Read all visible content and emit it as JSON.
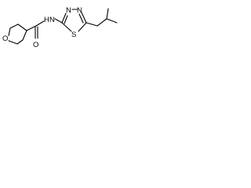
{
  "molecule": {
    "atoms": {
      "ring_oxygen": "O",
      "amide_nh": "N",
      "amide_h": "H",
      "carbonyl_oxygen": "O",
      "thiadiazole_n1": "N",
      "thiadiazole_n2": "N",
      "thiadiazole_s": "S"
    }
  }
}
